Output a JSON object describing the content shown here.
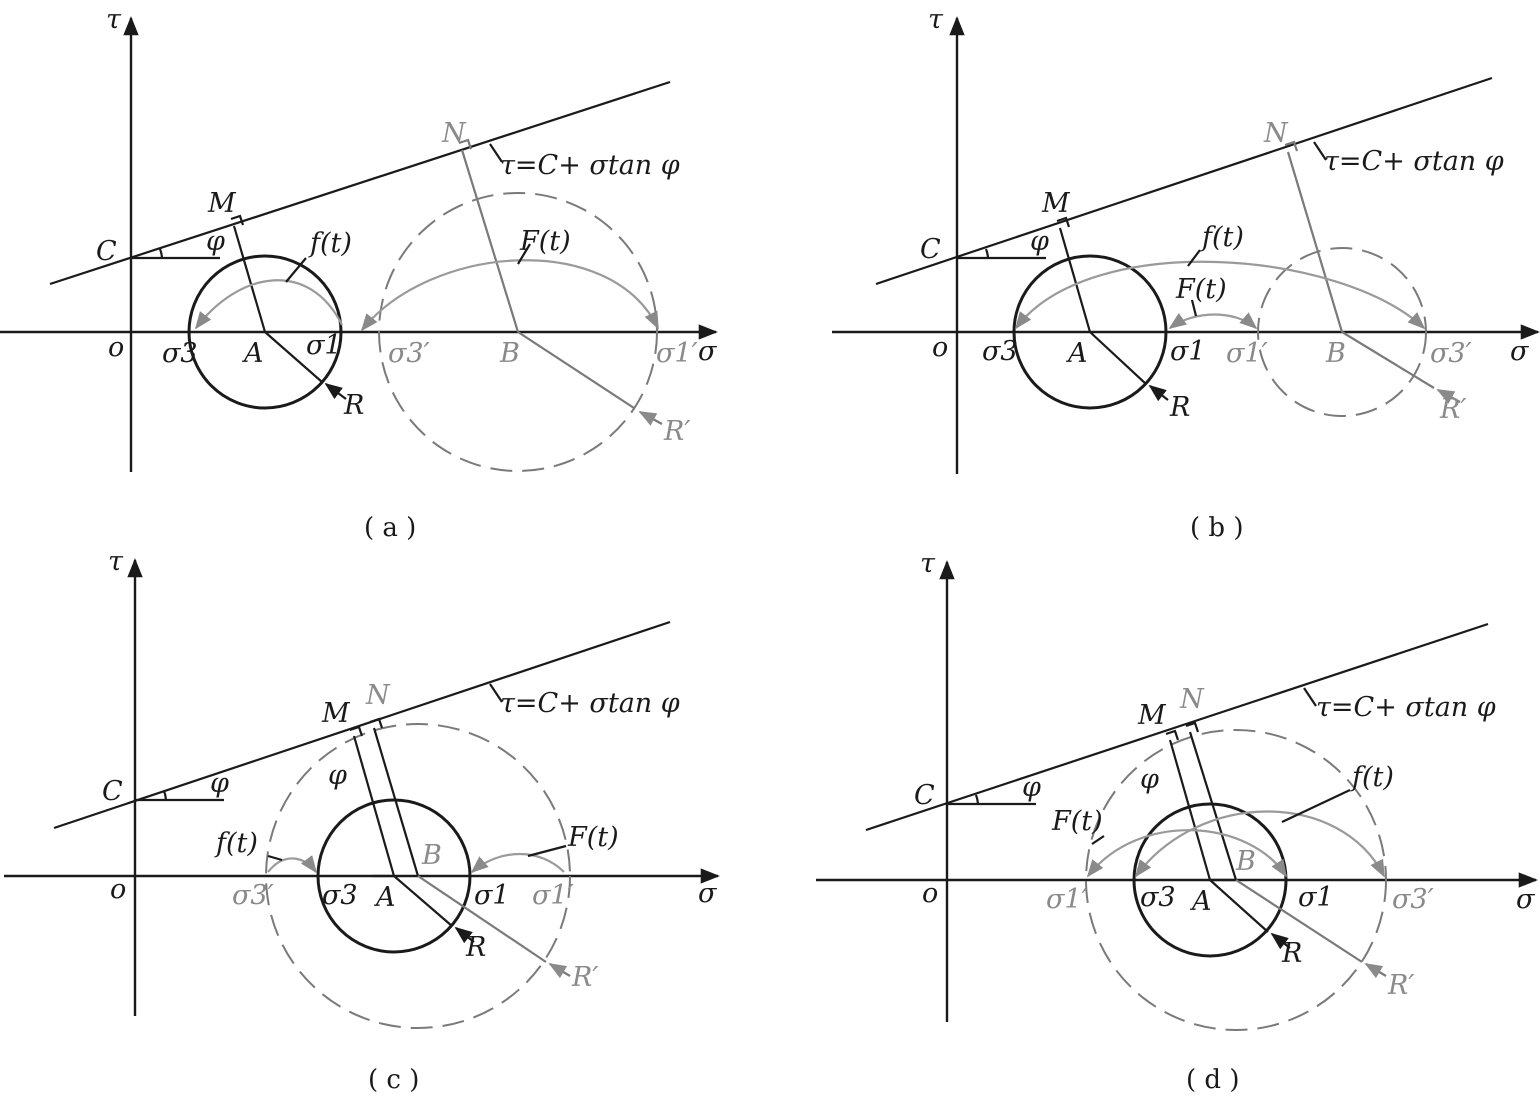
{
  "labels": {
    "tau": "τ",
    "sigma": "σ",
    "origin": "o",
    "C": "C",
    "M": "M",
    "N": "N",
    "A": "A",
    "B": "B",
    "phi": "φ",
    "R": "R",
    "R_prime": "R′",
    "f_t": "f(t)",
    "F_t": "F(t)",
    "sigma1": "σ1",
    "sigma3": "σ3",
    "sigma1_prime": "σ1′",
    "sigma3_prime": "σ3′",
    "law": "τ=C+ σtan φ"
  },
  "captions": [
    "( a )",
    "( b )",
    "( c )",
    "( d )"
  ],
  "colors": {
    "ink": "#1a1a1a",
    "gray_ink": "#8a8a8a",
    "dashed_circle": "#7a7a7a",
    "arrow_arc": "#9a9a9a"
  }
}
